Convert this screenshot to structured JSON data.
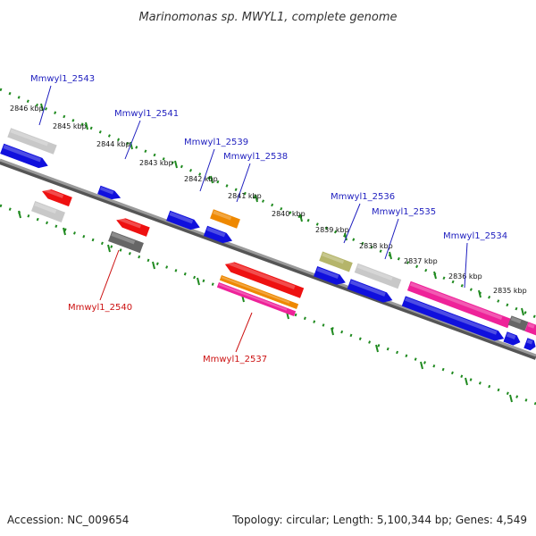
{
  "title": "Marinomonas sp. MWYL1, complete genome",
  "footer": {
    "accession": "Accession: NC_009654",
    "topology": "Topology: circular; Length: 5,100,344 bp; Genes: 4,549"
  },
  "colors": {
    "backbone": "#7f7f7f",
    "ruler": "#1f8a1f",
    "label_forward": "#1f1fbf",
    "label_reverse": "#cc1111"
  },
  "ticks": [
    "2846 kbp",
    "2845 kbp",
    "2844 kbp",
    "2843 kbp",
    "2842 kbp",
    "2841 kbp",
    "2840 kbp",
    "2839 kbp",
    "2838 kbp",
    "2837 kbp",
    "2836 kbp",
    "2835 kbp"
  ],
  "gene_labels": {
    "forward": [
      "Mmwyl1_2543",
      "Mmwyl1_2541",
      "Mmwyl1_2539",
      "Mmwyl1_2538",
      "Mmwyl1_2536",
      "Mmwyl1_2535",
      "Mmwyl1_2534"
    ],
    "reverse": [
      "Mmwyl1_2540",
      "Mmwyl1_2537"
    ]
  },
  "feature_colors": {
    "blue": "#1010dd",
    "red": "#ee1111",
    "gray_light": "#c8c8c8",
    "gray_dark": "#666666",
    "orange": "#ee8800",
    "magenta": "#ee2299",
    "olive": "#b5b56a"
  }
}
